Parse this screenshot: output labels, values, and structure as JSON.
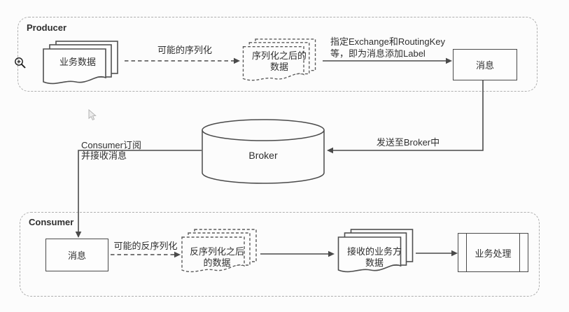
{
  "colors": {
    "background": "#fcfcfc",
    "line": "#4a4a4a",
    "dashed_group_border": "#aeaeae",
    "text": "#2f2f2f"
  },
  "producer": {
    "title": "Producer",
    "business_data": "业务数据",
    "serialize_arrow": "可能的序列化",
    "serialized_data": {
      "line1": "序列化之后的",
      "line2": "数据"
    },
    "exchange_note": {
      "line1": "指定Exchange和RoutingKey",
      "line2": "等，即为消息添加Label"
    },
    "message": "消息"
  },
  "broker": {
    "title": "Broker",
    "send_note": "发送至Broker中",
    "subscribe_note": {
      "line1": "Consumer订阅",
      "line2": "并接收消息"
    }
  },
  "consumer": {
    "title": "Consumer",
    "message": "消息",
    "deserialize_arrow": "可能的反序列化",
    "deserialized_data": {
      "line1": "反序列化之后",
      "line2": "的数据"
    },
    "received_data": {
      "line1": "接收的业务方",
      "line2": "数据"
    },
    "process": "业务处理"
  },
  "icons": {
    "zoom_in": "magnifier-plus",
    "cursor": "arrow-pointer"
  }
}
